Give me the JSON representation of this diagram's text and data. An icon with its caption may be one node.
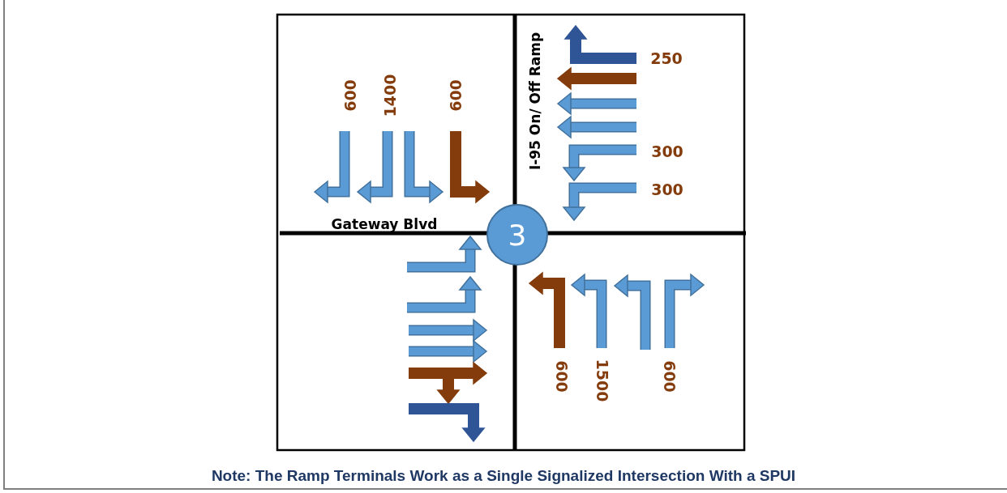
{
  "diagram": {
    "caption": "Note:  The Ramp Terminals Work as a Single Signalized Intersection With a SPUI",
    "nodes": [
      {
        "text": [
          "3"
        ]
      }
    ],
    "labels": [
      "I-95 On/ Off Ramp",
      "250",
      "600",
      "1400",
      "600",
      "300",
      "300",
      "Gateway Blvd",
      "600",
      "1500",
      "600"
    ]
  }
}
